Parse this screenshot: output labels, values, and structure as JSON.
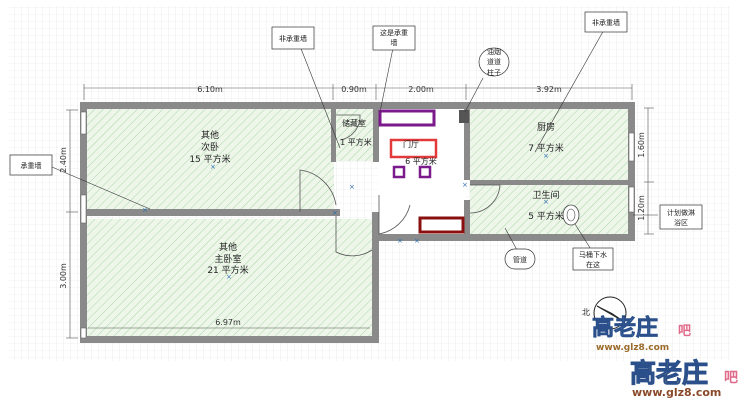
{
  "rooms": {
    "secondary_bedroom": {
      "line1": "其他",
      "line2": "次卧",
      "area": "15 平方米"
    },
    "master_bedroom": {
      "line1": "其他",
      "line2": "主卧室",
      "area": "21 平方米"
    },
    "storage": {
      "line1": "储藏室",
      "area": "1 平方米"
    },
    "hall": {
      "line1": "门厅",
      "area": "6 平方米"
    },
    "kitchen": {
      "line1": "厨房",
      "area": "7 平方米"
    },
    "bathroom": {
      "line1": "卫生间",
      "area": "5 平方米"
    }
  },
  "dimensions": {
    "top_1": "6.10m",
    "top_2": "0.90m",
    "top_3": "2.00m",
    "top_4": "3.92m",
    "left_1": "2.40m",
    "left_2": "3.00m",
    "bottom_1": "6.97m",
    "right_1": "1.60m",
    "right_2": "1.20m"
  },
  "callouts": {
    "non_load_wall_left": "非承重墙",
    "load_wall_top_l1": "这是承重",
    "load_wall_top_l2": "墙",
    "flue_l1": "油烟",
    "flue_l2": "道道",
    "flue_l3": "柱子",
    "non_load_wall_right": "非承重墙",
    "load_wall_left": "承重墙",
    "planned_area_l1": "计划做淋",
    "planned_area_l2": "浴区",
    "pipe": "管道",
    "toilet_l1": "马桶下水",
    "toilet_l2": "在这"
  },
  "compass": {
    "label": "北"
  },
  "watermark": {
    "brand": "高老庄",
    "suffix": "吧",
    "url": "www.glz8.com"
  },
  "colors": {
    "wall": "#8a8a8a",
    "floor_fill": "#eef6ea",
    "hatch": "#9ccf9c",
    "grid": "#dedede",
    "marker_purple": "#7b1a8a",
    "marker_red": "#e23a3a",
    "marker_darkred": "#8a1010",
    "annotation": "#2b6cb0"
  }
}
